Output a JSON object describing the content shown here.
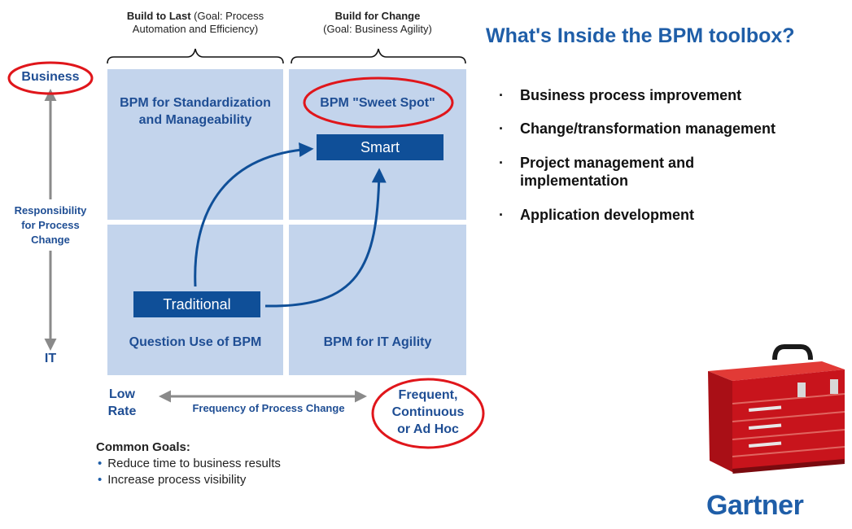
{
  "header": {
    "left_bold": "Build to Last",
    "left_rest_1": " (Goal: Process",
    "left_line2": "Automation and Efficiency)",
    "right_bold": "Build for Change",
    "right_line2": "(Goal: Business Agility)"
  },
  "quadrants": {
    "top_left_line1": "BPM for Standardization",
    "top_left_line2": "and Manageability",
    "top_right": "BPM \"Sweet Spot\"",
    "bottom_left": "Question Use of BPM",
    "bottom_right": "BPM for IT Agility"
  },
  "boxes": {
    "smart": "Smart",
    "traditional": "Traditional"
  },
  "y_axis": {
    "top": "Business",
    "label_1": "Responsibility",
    "label_2": "for Process",
    "label_3": "Change",
    "bottom": "IT"
  },
  "x_axis": {
    "left_1": "Low",
    "left_2": "Rate",
    "label": "Frequency of Process Change",
    "right_1": "Frequent,",
    "right_2": "Continuous",
    "right_3": "or Ad Hoc"
  },
  "goals": {
    "heading": "Common Goals:",
    "items": [
      "Reduce time to business results",
      "Increase process visibility"
    ]
  },
  "title": "What's Inside the BPM toolbox?",
  "bullets": [
    "Business process improvement",
    "Change/transformation management",
    "Project management and",
    "implementation",
    "Application development"
  ],
  "logo": "Gartner",
  "colors": {
    "navy": "#0f4f98",
    "quadrant": "#c3d4ec",
    "highlight_red": "#e0161b",
    "title_blue": "#1f5ea8",
    "toolbox_red": "#c8141c"
  }
}
